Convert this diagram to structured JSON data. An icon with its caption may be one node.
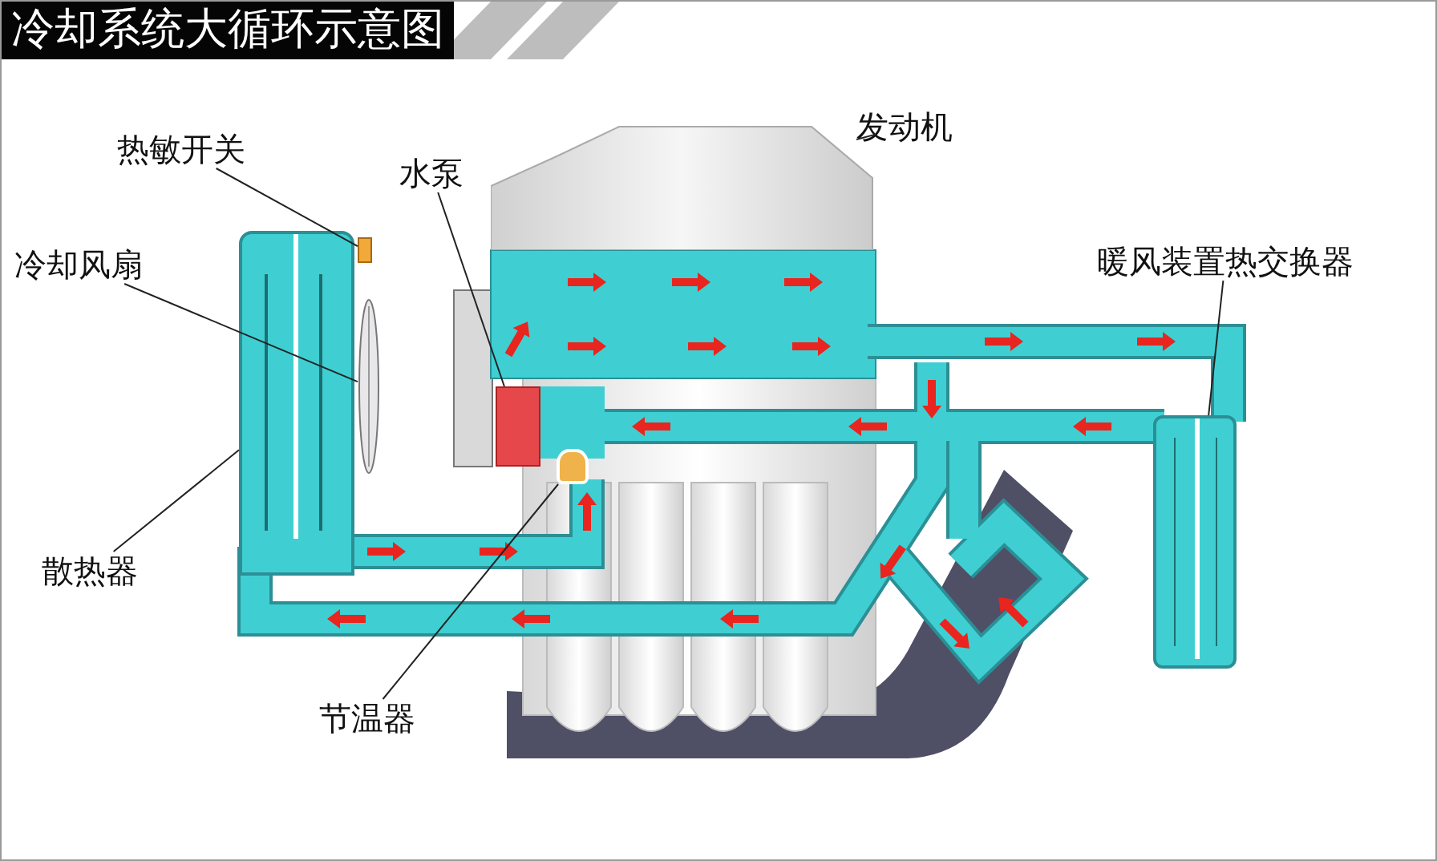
{
  "diagram": {
    "title": "冷却系统大循环示意图",
    "nodes": [
      {
        "text": [
          "热敏开关"
        ]
      },
      {
        "text": [
          "冷却风扇"
        ]
      },
      {
        "text": [
          "水泵"
        ]
      },
      {
        "text": [
          "发动机"
        ]
      },
      {
        "text": [
          "暖风装置热交换器"
        ]
      },
      {
        "text": [
          "散热器"
        ]
      },
      {
        "text": [
          "节温器"
        ]
      },
      {
        "text": [],
        "shape": "box"
      },
      {
        "text": [],
        "shape": "picture"
      },
      {
        "text": [],
        "shape": "box"
      },
      {
        "text": [],
        "shape": "picture"
      },
      {
        "text": [],
        "shape": "box"
      },
      {
        "text": [],
        "shape": "box"
      },
      {
        "text": [],
        "shape": "box"
      }
    ],
    "edges": [
      {
        "from": 0,
        "to": 7,
        "arrow": "none"
      },
      {
        "from": 1,
        "to": 8,
        "arrow": "none"
      },
      {
        "from": 2,
        "to": 9,
        "arrow": "none"
      },
      {
        "from": 3,
        "to": 10,
        "arrow": "none"
      },
      {
        "from": 4,
        "to": 11,
        "arrow": "none"
      },
      {
        "from": 5,
        "to": 12,
        "arrow": "none"
      },
      {
        "from": 6,
        "to": 13,
        "arrow": "none"
      }
    ]
  }
}
